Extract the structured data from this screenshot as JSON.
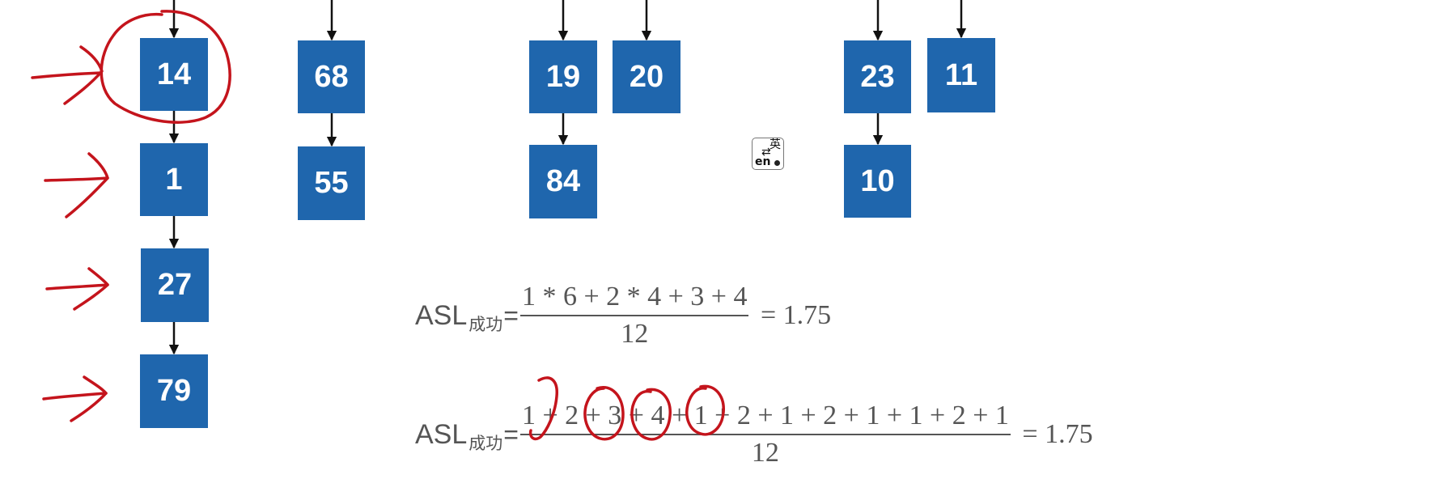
{
  "nodes": {
    "n14": "14",
    "n1": "1",
    "n27": "27",
    "n79": "79",
    "n68": "68",
    "n55": "55",
    "n19": "19",
    "n84": "84",
    "n20": "20",
    "n23": "23",
    "n10": "10",
    "n11": "11"
  },
  "formula_1": {
    "label": "ASL",
    "subscript": "成功",
    "eq": "=",
    "numerator": "1 * 6 + 2 * 4 + 3 + 4",
    "denominator": "12",
    "result": " = 1.75"
  },
  "formula_2": {
    "label": "ASL",
    "subscript": "成功",
    "eq": "=",
    "numerator": "1 + 2 + 3 + 4 + 1 + 2 + 1 + 2 + 1 + 1 + 2 + 1",
    "denominator": "12",
    "result": " = 1.75"
  },
  "ime_indicator": {
    "cn": "英",
    "en": "en",
    "swap": "⇄"
  },
  "colors": {
    "node_fill": "#1f66ad",
    "node_text": "#ffffff",
    "annotation": "#c4141c",
    "pointer": "#111111",
    "formula_text": "#555555"
  }
}
